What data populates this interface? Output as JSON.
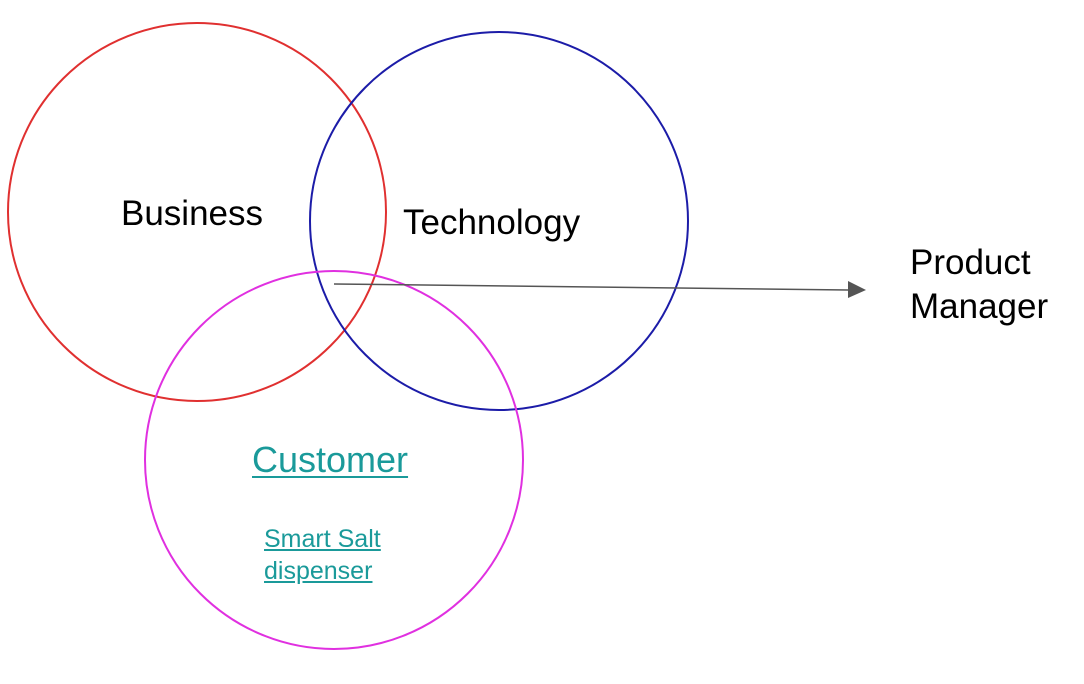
{
  "diagram": {
    "circles": [
      {
        "name": "business",
        "label": "Business",
        "color": "#e03030"
      },
      {
        "name": "technology",
        "label": "Technology",
        "color": "#1c1ca8"
      },
      {
        "name": "customer",
        "label": "Customer",
        "color": "#e030e0"
      }
    ],
    "arrow": {
      "color": "#555555"
    },
    "target": {
      "line1": "Product",
      "line2": "Manager"
    },
    "customer_link": {
      "line1": "Smart Salt",
      "line2": "dispenser",
      "color": "#1a9a9a"
    }
  }
}
